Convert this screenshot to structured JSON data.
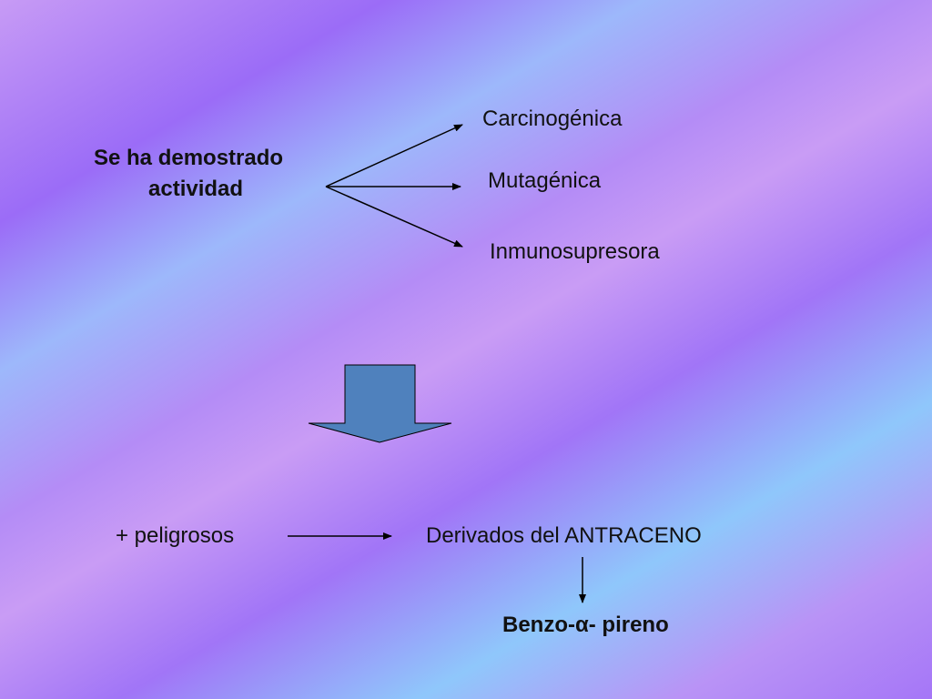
{
  "diagram": {
    "source": {
      "line1": "Se ha demostrado",
      "line2": "actividad"
    },
    "activities": [
      {
        "label": "Carcinogénica"
      },
      {
        "label": "Mutagénica"
      },
      {
        "label": "Inmunosupresora"
      }
    ],
    "lower": {
      "left_label": "+ peligrosos",
      "right_label": "Derivados del ANTRACENO",
      "result_label": "Benzo-α- pireno"
    },
    "colors": {
      "block_arrow_fill": "#4f81bd",
      "line_color": "#000000"
    }
  }
}
